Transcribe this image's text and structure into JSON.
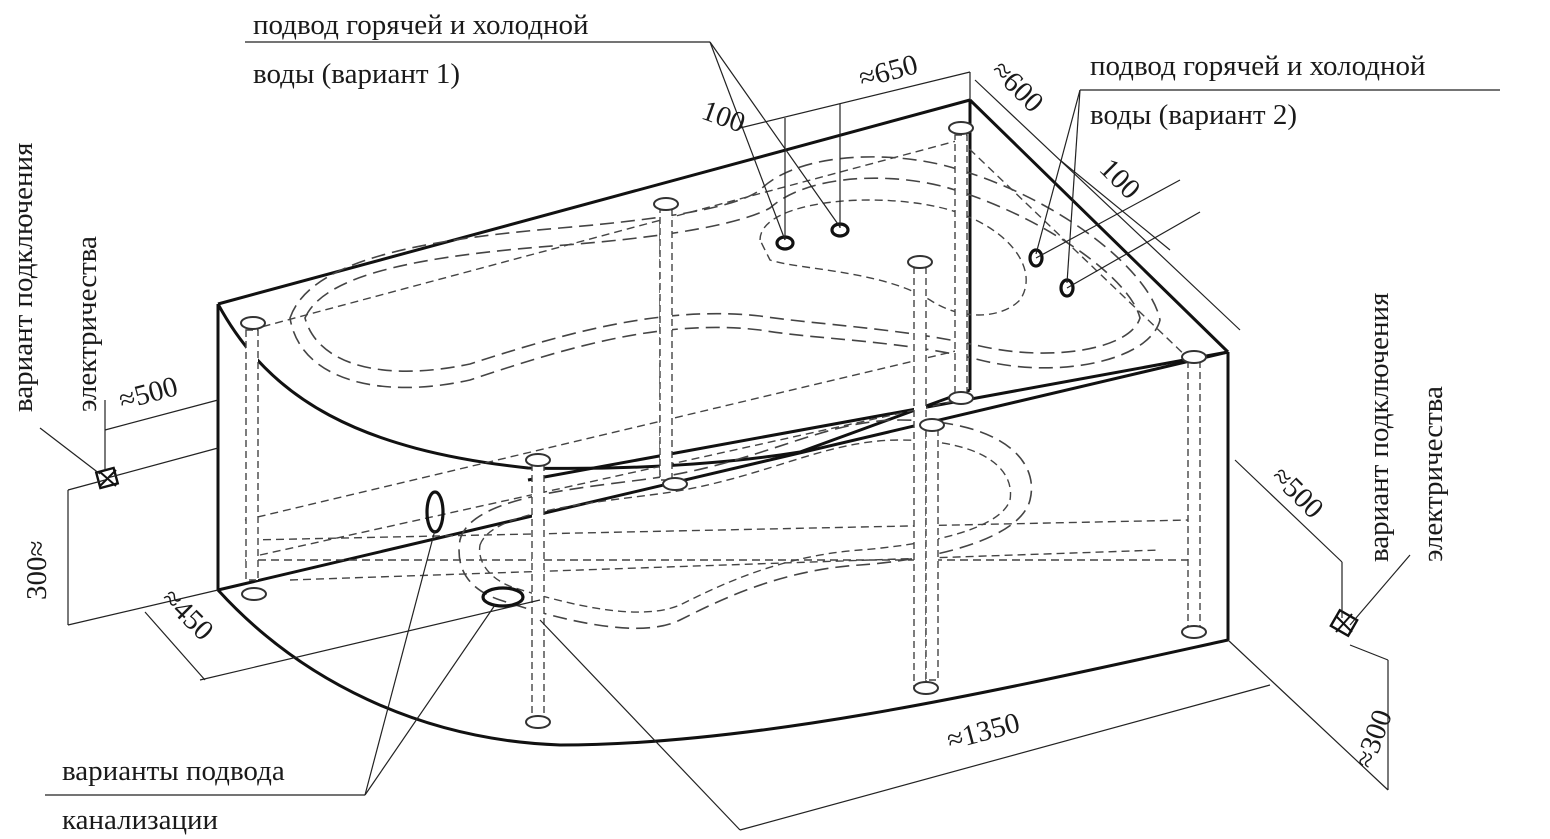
{
  "labels": {
    "water_v1_line1": "подвод горячей и холодной",
    "water_v1_line2": "воды (вариант 1)",
    "water_v2_line1": "подвод горячей и холодной",
    "water_v2_line2": "воды (вариант 2)",
    "electric_left_line1": "вариант подключения",
    "electric_left_line2": "электричества",
    "electric_right_line1": "вариант подключения",
    "electric_right_line2": "электричества",
    "drain_line1": "варианты подвода",
    "drain_line2": "канализации"
  },
  "dimensions": {
    "d650": "≈650",
    "d600": "≈600",
    "d100_left": "100",
    "d100_right": "100",
    "d500_left": "≈500",
    "d500_right": "≈500",
    "d300_left": "300≈",
    "d300_right": "≈300",
    "d450": "≈450",
    "d1350": "≈1350"
  },
  "colors": {
    "ink": "#111111",
    "background": "#ffffff"
  }
}
